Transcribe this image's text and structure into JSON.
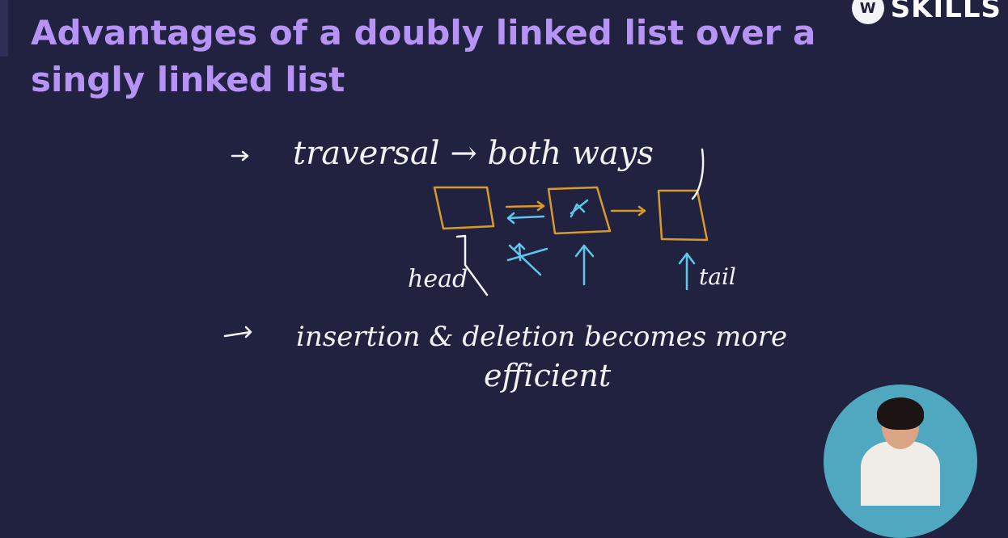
{
  "header": {
    "title": "Advantages of a doubly linked list over a singly linked list",
    "brand_text": "SKILLS",
    "brand_logo_glyph": "W"
  },
  "notes": {
    "bullet_1": "traversal → both ways",
    "diagram_labels": {
      "head": "head",
      "tail": "tail"
    },
    "bullet_2_line_1": "insertion & deletion becomes more",
    "bullet_2_line_2": "efficient"
  },
  "colors": {
    "background": "#212240",
    "title": "#b793f5",
    "chalk_white": "#f2f2f2",
    "node_orange": "#d99a2b",
    "annotation_blue": "#5ec8ec"
  }
}
